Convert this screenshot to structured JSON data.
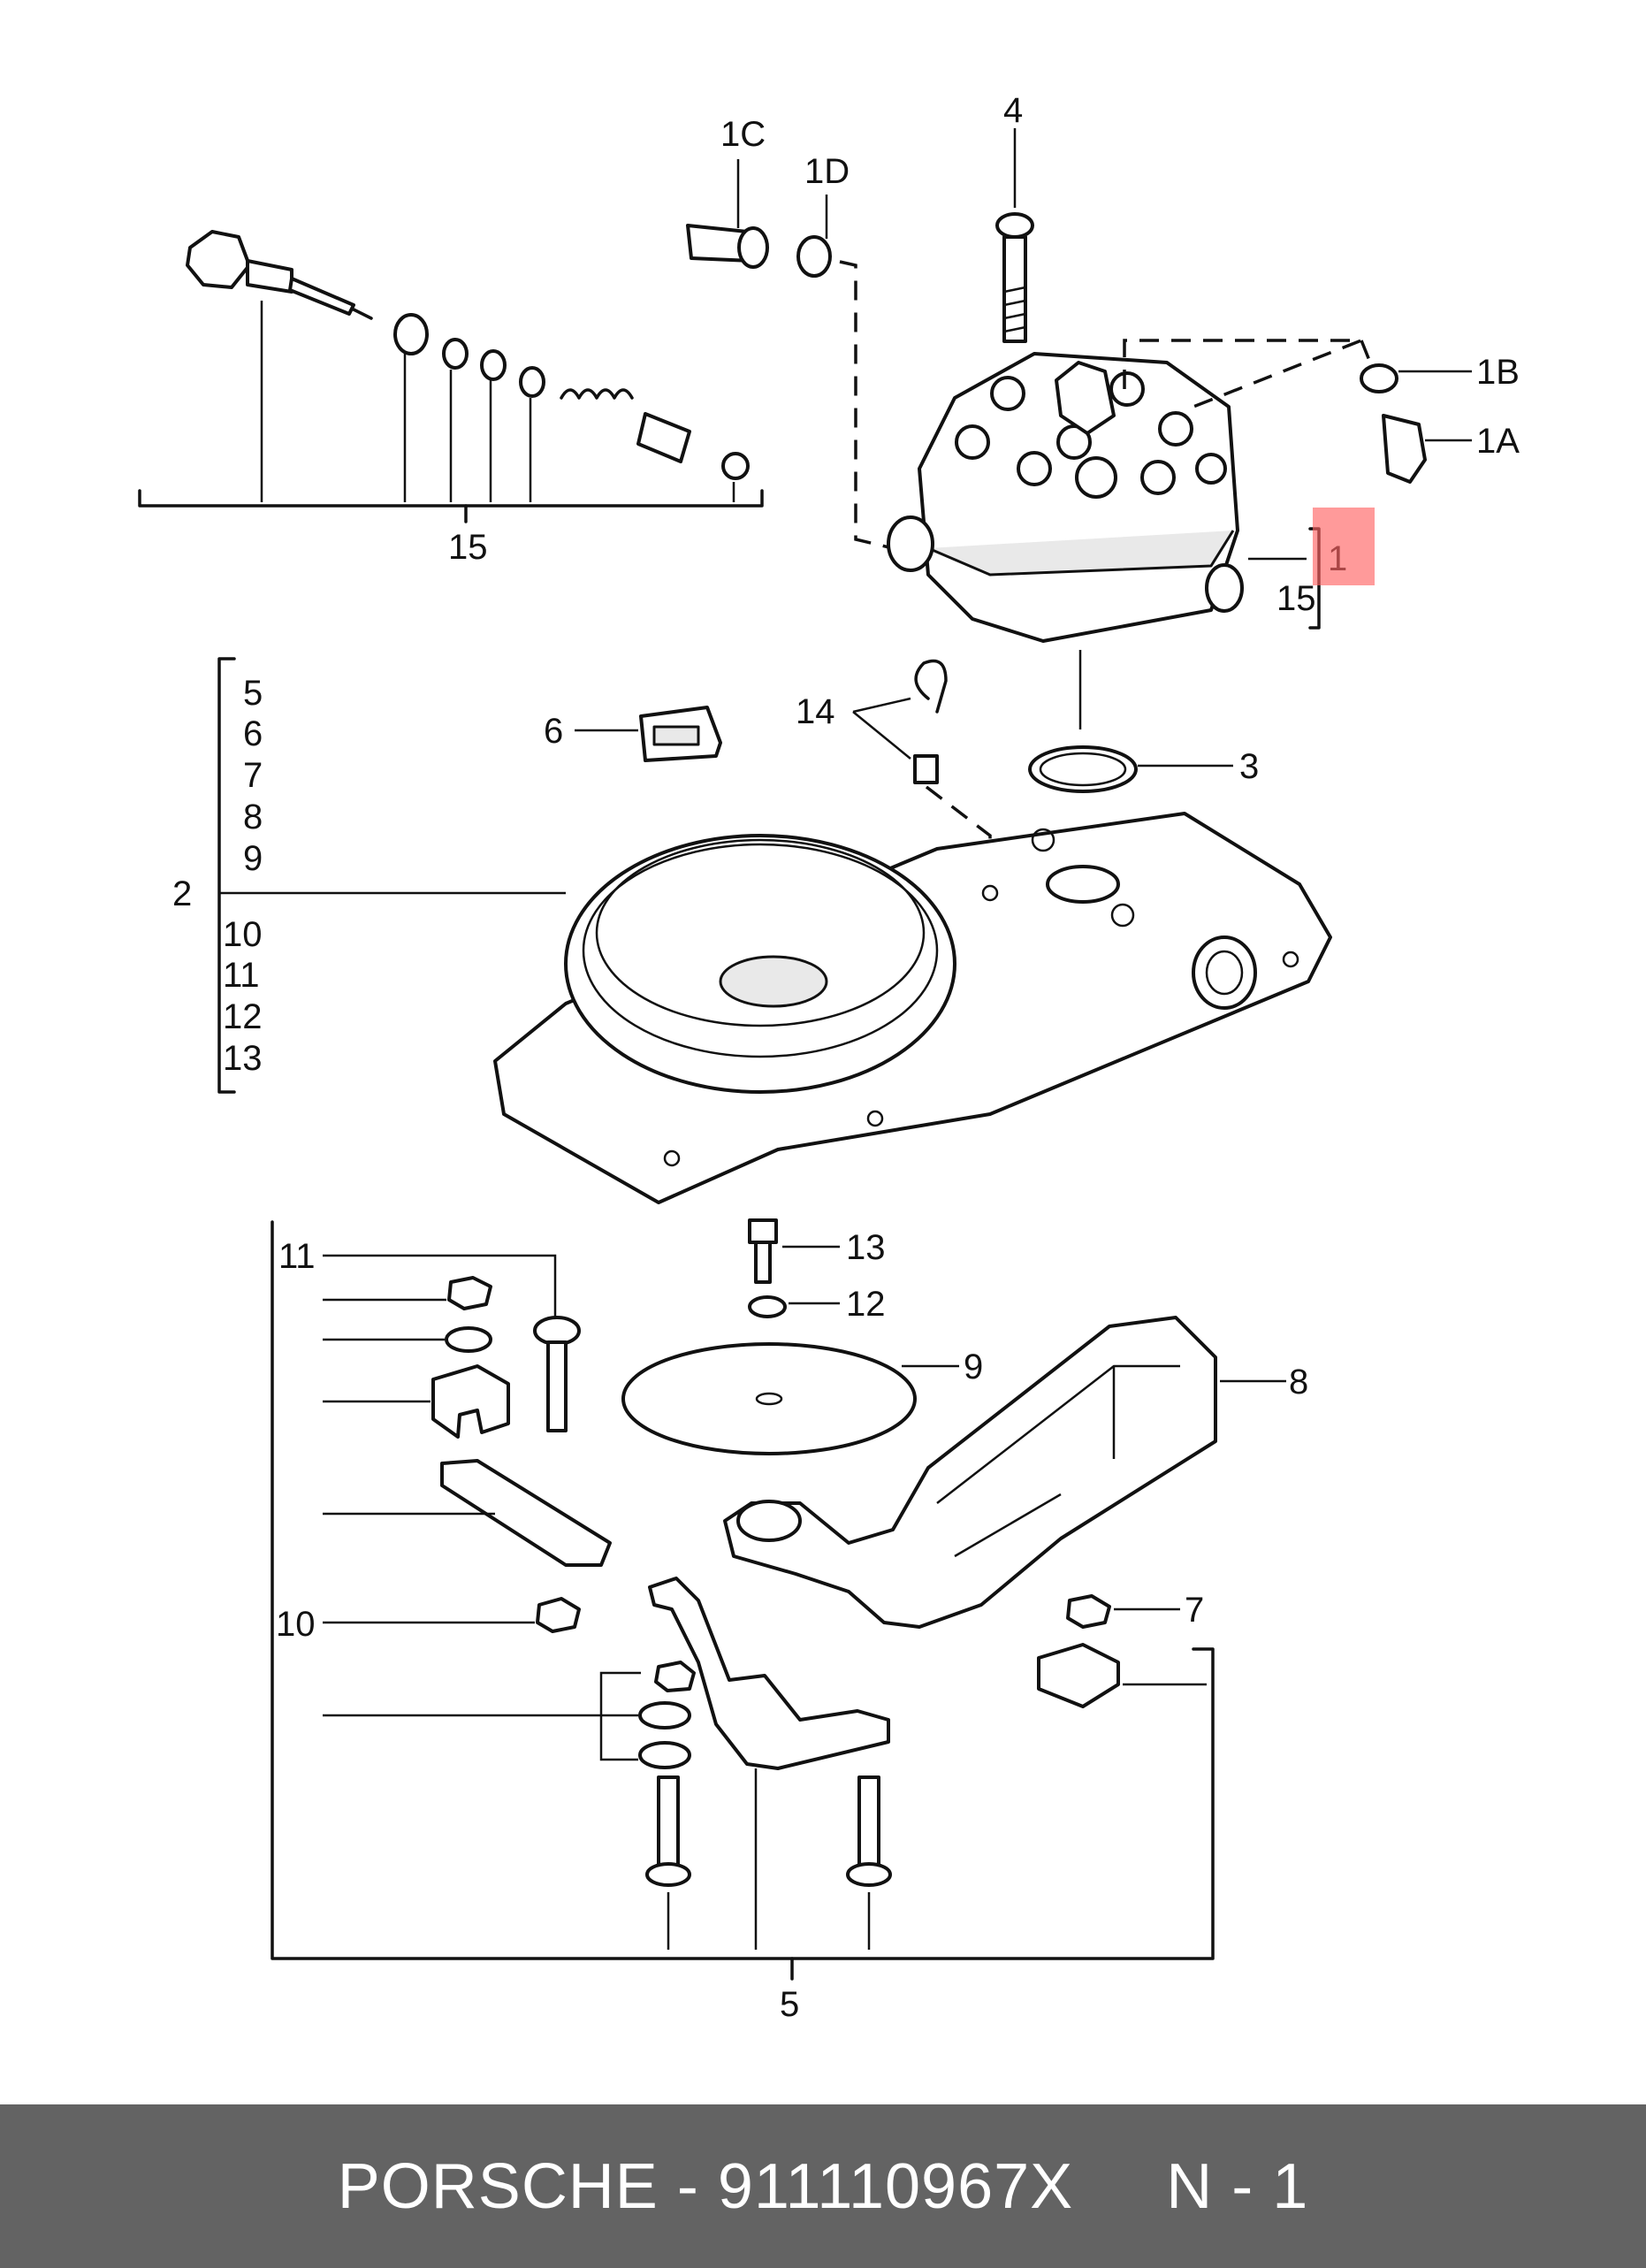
{
  "callouts": {
    "c1C": "1C",
    "c1D": "1D",
    "c4": "4",
    "c1B": "1B",
    "c1A": "1A",
    "c1": "1",
    "c15_top": "15",
    "c15_head": "15",
    "c5a": "5",
    "c6a": "6",
    "c7a": "7",
    "c8a": "8",
    "c9a": "9",
    "c2": "2",
    "c10a": "10",
    "c11a": "11",
    "c12a": "12",
    "c13a": "13",
    "c6": "6",
    "c14": "14",
    "c3": "3",
    "c11": "11",
    "c13": "13",
    "c12": "12",
    "c9": "9",
    "c8": "8",
    "c10": "10",
    "c7": "7",
    "c5": "5"
  },
  "footer": {
    "label": "PORSCHE - 911110967X     N - 1"
  },
  "highlight": {
    "color": "#ff6464",
    "marks_callout": "1"
  },
  "colors": {
    "footer_bg": "#636363",
    "footer_text": "#ffffff",
    "line": "#111111"
  }
}
